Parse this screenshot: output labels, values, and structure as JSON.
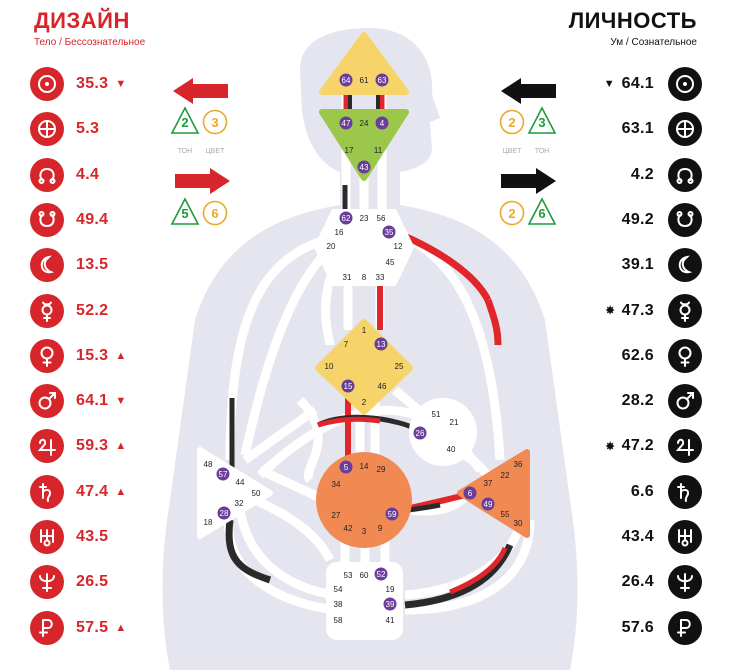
{
  "design": {
    "title": "ДИЗАЙН",
    "subtitle": "Тело / Бессознательное",
    "color": "#d7262b",
    "rows": [
      {
        "planet": "sun-icon",
        "gate": "35.3",
        "marker": "▼"
      },
      {
        "planet": "earth-icon",
        "gate": "5.3",
        "marker": ""
      },
      {
        "planet": "north-node-icon",
        "gate": "4.4",
        "marker": ""
      },
      {
        "planet": "south-node-icon",
        "gate": "49.4",
        "marker": ""
      },
      {
        "planet": "moon-icon",
        "gate": "13.5",
        "marker": ""
      },
      {
        "planet": "mercury-icon",
        "gate": "52.2",
        "marker": ""
      },
      {
        "planet": "venus-icon",
        "gate": "15.3",
        "marker": "▲"
      },
      {
        "planet": "mars-icon",
        "gate": "64.1",
        "marker": "▼"
      },
      {
        "planet": "jupiter-icon",
        "gate": "59.3",
        "marker": "▲"
      },
      {
        "planet": "saturn-icon",
        "gate": "47.4",
        "marker": "▲"
      },
      {
        "planet": "uranus-icon",
        "gate": "43.5",
        "marker": ""
      },
      {
        "planet": "neptune-icon",
        "gate": "26.5",
        "marker": ""
      },
      {
        "planet": "pluto-icon",
        "gate": "57.5",
        "marker": "▲"
      }
    ],
    "variables": {
      "top": {
        "tone": "2",
        "color": "3"
      },
      "bottom": {
        "tone": "5",
        "color": "6"
      },
      "tone_label": "ТОН",
      "color_label": "ЦВЕТ"
    }
  },
  "personality": {
    "title": "ЛИЧНОСТЬ",
    "subtitle": "Ум / Сознательное",
    "color": "#111111",
    "rows": [
      {
        "planet": "sun-icon",
        "gate": "64.1",
        "marker": "▼"
      },
      {
        "planet": "earth-icon",
        "gate": "63.1",
        "marker": ""
      },
      {
        "planet": "north-node-icon",
        "gate": "4.2",
        "marker": ""
      },
      {
        "planet": "south-node-icon",
        "gate": "49.2",
        "marker": ""
      },
      {
        "planet": "moon-icon",
        "gate": "39.1",
        "marker": ""
      },
      {
        "planet": "mercury-icon",
        "gate": "47.3",
        "marker": "✸"
      },
      {
        "planet": "venus-icon",
        "gate": "62.6",
        "marker": ""
      },
      {
        "planet": "mars-icon",
        "gate": "28.2",
        "marker": ""
      },
      {
        "planet": "jupiter-icon",
        "gate": "47.2",
        "marker": "✸"
      },
      {
        "planet": "saturn-icon",
        "gate": "6.6",
        "marker": ""
      },
      {
        "planet": "uranus-icon",
        "gate": "43.4",
        "marker": ""
      },
      {
        "planet": "neptune-icon",
        "gate": "26.4",
        "marker": ""
      },
      {
        "planet": "pluto-icon",
        "gate": "57.6",
        "marker": ""
      }
    ],
    "variables": {
      "top": {
        "color": "2",
        "tone": "3"
      },
      "bottom": {
        "color": "2",
        "tone": "6"
      },
      "color_label": "ЦВЕТ",
      "tone_label": "ТОН"
    }
  },
  "centers": {
    "head": {
      "fill": "#f6d469",
      "gates": [
        "64",
        "61",
        "63"
      ],
      "active": [
        "64",
        "63"
      ]
    },
    "ajna": {
      "fill": "#9bc84a",
      "gates": [
        "47",
        "24",
        "4",
        "17",
        "11",
        "43"
      ],
      "active": [
        "47",
        "4",
        "43"
      ]
    },
    "throat": {
      "fill": "#ffffff",
      "gates": [
        "62",
        "23",
        "56",
        "16",
        "35",
        "20",
        "12",
        "45",
        "31",
        "8",
        "33"
      ],
      "active": [
        "62",
        "35"
      ]
    },
    "g": {
      "fill": "#f6d469",
      "gates": [
        "1",
        "7",
        "13",
        "10",
        "25",
        "15",
        "46",
        "2"
      ],
      "active": [
        "13",
        "15"
      ]
    },
    "heart": {
      "fill": "#ffffff",
      "gates": [
        "51",
        "21",
        "26",
        "40"
      ],
      "active": [
        "26"
      ]
    },
    "spleen": {
      "fill": "#ffffff",
      "gates": [
        "48",
        "57",
        "44",
        "32",
        "50",
        "28",
        "18"
      ],
      "active": [
        "57",
        "28"
      ]
    },
    "sacral": {
      "fill": "#f08a52",
      "gates": [
        "5",
        "14",
        "29",
        "34",
        "27",
        "59",
        "42",
        "3",
        "9"
      ],
      "active": [
        "5",
        "59"
      ]
    },
    "solar": {
      "fill": "#f08a52",
      "gates": [
        "36",
        "22",
        "37",
        "6",
        "49",
        "55",
        "30"
      ],
      "active": [
        "6",
        "49"
      ]
    },
    "root": {
      "fill": "#ffffff",
      "gates": [
        "53",
        "60",
        "52",
        "54",
        "19",
        "38",
        "39",
        "58",
        "41"
      ],
      "active": [
        "52",
        "39"
      ]
    }
  },
  "colors": {
    "body_silhouette": "#e4e5ee",
    "channel_red": "#e0262b",
    "channel_black": "#2a2a2a",
    "active_gate": "#6a3d9a",
    "variable_green": "#1f9a3a",
    "variable_orange": "#e9a92b"
  }
}
